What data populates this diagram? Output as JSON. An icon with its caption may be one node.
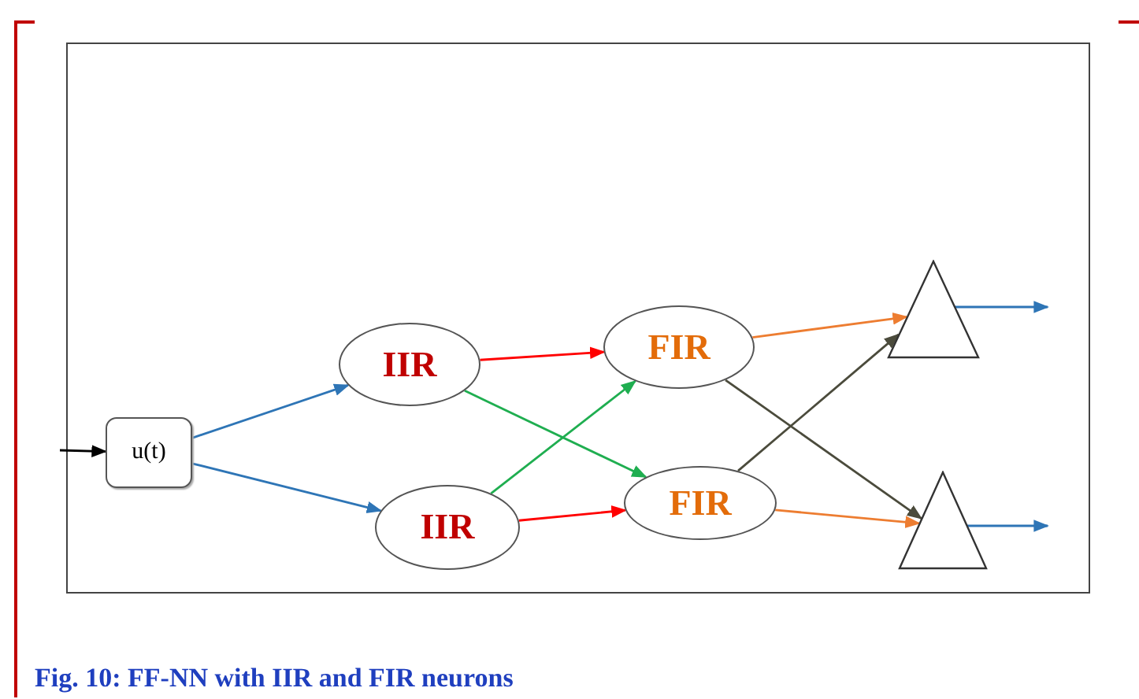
{
  "diagram": {
    "caption": "Fig. 10: FF-NN with IIR and FIR neurons",
    "nodes": [
      {
        "text": [
          "u(t)"
        ]
      },
      {
        "text": [
          "IIR"
        ]
      },
      {
        "text": [
          "IIR"
        ]
      },
      {
        "text": [
          "FIR"
        ]
      },
      {
        "text": [
          "FIR"
        ]
      },
      {
        "text": [],
        "shape": "triangle"
      },
      {
        "text": [],
        "shape": "triangle"
      }
    ],
    "edges": [
      {
        "from": null,
        "to": 0,
        "arrow": "to",
        "color": "#000000"
      },
      {
        "from": 0,
        "to": 1,
        "arrow": "to",
        "color": "#2e75b6"
      },
      {
        "from": 0,
        "to": 2,
        "arrow": "to",
        "color": "#2e75b6"
      },
      {
        "from": 1,
        "to": 3,
        "arrow": "to",
        "color": "#ff0000"
      },
      {
        "from": 1,
        "to": 4,
        "arrow": "to",
        "color": "#1fae50"
      },
      {
        "from": 2,
        "to": 3,
        "arrow": "to",
        "color": "#1fae50"
      },
      {
        "from": 2,
        "to": 4,
        "arrow": "to",
        "color": "#ff0000"
      },
      {
        "from": 3,
        "to": 5,
        "arrow": "to",
        "color": "#ed7d31"
      },
      {
        "from": 3,
        "to": 6,
        "arrow": "to",
        "color": "#4b4b3c"
      },
      {
        "from": 4,
        "to": 5,
        "arrow": "to",
        "color": "#4b4b3c"
      },
      {
        "from": 4,
        "to": 6,
        "arrow": "to",
        "color": "#ed7d31"
      },
      {
        "from": 5,
        "to": null,
        "arrow": "to",
        "color": "#2e75b6"
      },
      {
        "from": 6,
        "to": null,
        "arrow": "to",
        "color": "#2e75b6"
      }
    ]
  }
}
